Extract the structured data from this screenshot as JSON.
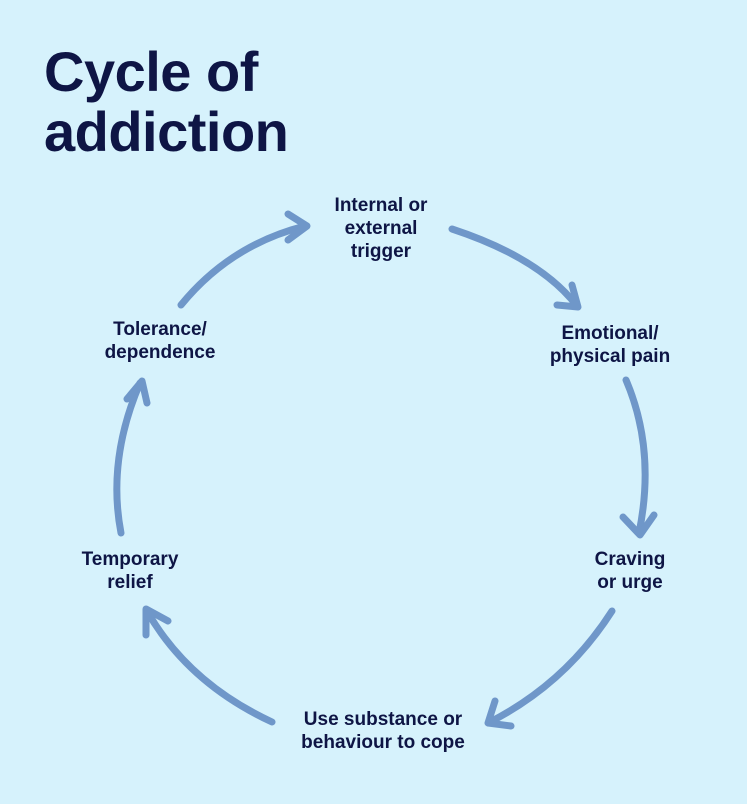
{
  "title": {
    "line1": "Cycle of",
    "line2": "addiction"
  },
  "stages": [
    {
      "line1": "Internal or",
      "line2": "external",
      "line3": "trigger"
    },
    {
      "line1": "Emotional/",
      "line2": "physical pain"
    },
    {
      "line1": "Craving",
      "line2": "or urge"
    },
    {
      "line1": "Use substance or",
      "line2": "behaviour to cope"
    },
    {
      "line1": "Temporary",
      "line2": "relief"
    },
    {
      "line1": "Tolerance/",
      "line2": "dependence"
    }
  ],
  "colors": {
    "background": "#d6f2fc",
    "text": "#0e1545",
    "arrow": "#6f97c9"
  }
}
